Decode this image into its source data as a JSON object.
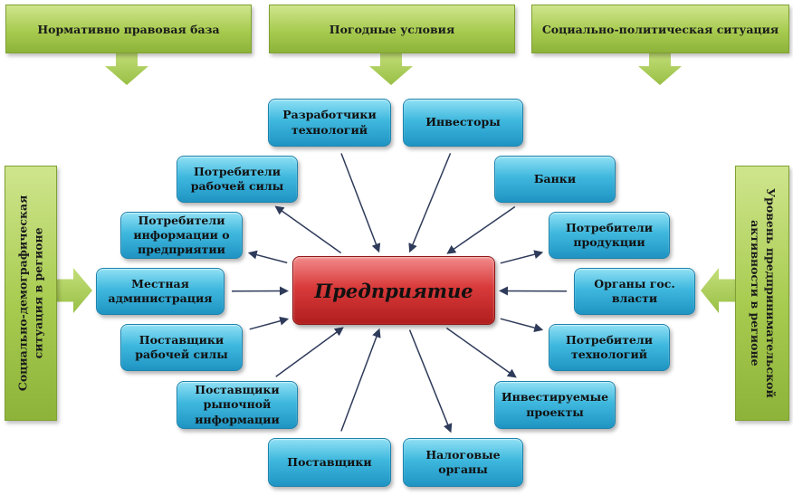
{
  "diagram": {
    "center": {
      "label": "Предприятие",
      "color": "#d93a3a"
    },
    "top_factors": [
      {
        "id": "legal",
        "label": "Нормативно правовая база"
      },
      {
        "id": "weather",
        "label": "Погодные условия"
      },
      {
        "id": "socpol",
        "label": "Социально-политическая ситуация"
      }
    ],
    "left_factor": {
      "line1": "Социально-демографическая",
      "line2": "ситуация в регионе"
    },
    "right_factor": {
      "line1": "Уровень предпринимательской",
      "line2": "активности в регионе"
    },
    "nodes": [
      {
        "id": "developers",
        "label": "Разработчики технологий",
        "direction": "in"
      },
      {
        "id": "investors",
        "label": "Инвесторы",
        "direction": "in"
      },
      {
        "id": "banks",
        "label": "Банки",
        "direction": "in"
      },
      {
        "id": "product-consumers",
        "label": "Потребители продукции",
        "direction": "out"
      },
      {
        "id": "gov",
        "label": "Органы гос. власти",
        "direction": "in"
      },
      {
        "id": "tech-consumers",
        "label": "Потребители технологий",
        "direction": "out"
      },
      {
        "id": "invest-projects",
        "label": "Инвестируемые проекты",
        "direction": "out"
      },
      {
        "id": "tax",
        "label": "Налоговые органы",
        "direction": "out"
      },
      {
        "id": "suppliers",
        "label": "Поставщики",
        "direction": "in"
      },
      {
        "id": "market-info-suppliers",
        "label": "Поставщики рыночной информации",
        "direction": "in"
      },
      {
        "id": "labor-suppliers",
        "label": "Поставщики рабочей силы",
        "direction": "in"
      },
      {
        "id": "local-admin",
        "label": "Местная администрация",
        "direction": "in"
      },
      {
        "id": "info-consumers",
        "label": "Потребители информации о предприятии",
        "direction": "out"
      },
      {
        "id": "labor-consumers",
        "label": "Потребители рабочей силы",
        "direction": "out"
      }
    ],
    "colors": {
      "factor": "#a7cb4f",
      "node": "#3fb8de",
      "arrow": "#2f3b5a"
    }
  }
}
